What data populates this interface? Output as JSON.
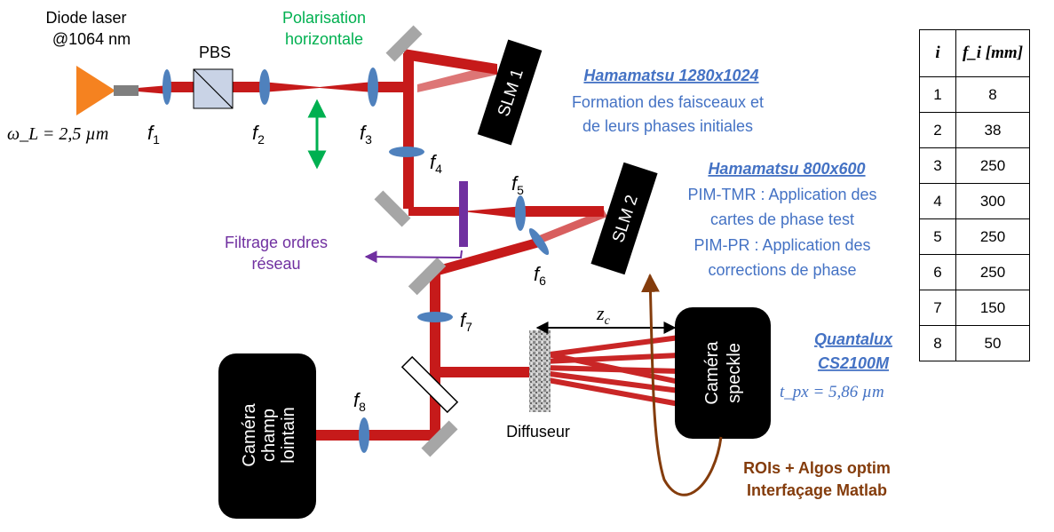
{
  "colors": {
    "beam": "#c00000",
    "lens": "#4f81bd",
    "mirror": "#a6a6a6",
    "laser": "#f58220",
    "annotation_blue": "#4472c4",
    "polarisation_green": "#00b050",
    "filter_purple": "#7030a0",
    "interface_brown": "#843c0c",
    "device_black": "#000000"
  },
  "laser": {
    "label_line1": "Diode laser",
    "label_line2": "@1064 nm",
    "waist": "ω_L = 2,5 µm"
  },
  "pbs_label": "PBS",
  "polarisation": {
    "line1": "Polarisation",
    "line2": "horizontale",
    "arrow_icon": "double-arrow-vertical"
  },
  "lenses": {
    "f1": "f",
    "f1_sub": "1",
    "f2": "f",
    "f2_sub": "2",
    "f3": "f",
    "f3_sub": "3",
    "f4": "f",
    "f4_sub": "4",
    "f5": "f",
    "f5_sub": "5",
    "f6": "f",
    "f6_sub": "6",
    "f7": "f",
    "f7_sub": "7",
    "f8": "f",
    "f8_sub": "8"
  },
  "slm1": {
    "label": "SLM 1",
    "model": "Hamamatsu 1280x1024",
    "desc_line1": "Formation des faisceaux et",
    "desc_line2": "de leurs phases initiales"
  },
  "slm2": {
    "label": "SLM 2",
    "model": "Hamamatsu 800x600",
    "line1": "PIM-TMR : Application des",
    "line2": "cartes de phase test",
    "line3": "PIM-PR : Application des",
    "line4": "corrections de phase"
  },
  "filter": {
    "line1": "Filtrage ordres",
    "line2": "réseau"
  },
  "distance_label": "z",
  "distance_sub": "c",
  "diffuser_label": "Diffuseur",
  "camera_speckle": {
    "line1": "Caméra",
    "line2": "speckle",
    "model_line1": "Quantalux",
    "model_line2": "CS2100M",
    "pixel": "t_px = 5,86 µm"
  },
  "camera_far": {
    "line1": "Caméra",
    "line2": "champ",
    "line3": "lointain"
  },
  "interface": {
    "line1": "ROIs + Algos optim",
    "line2": "Interfaçage Matlab"
  },
  "table": {
    "header_i": "i",
    "header_f": "f_i [mm]",
    "rows": [
      {
        "i": "1",
        "f": "8"
      },
      {
        "i": "2",
        "f": "38"
      },
      {
        "i": "3",
        "f": "250"
      },
      {
        "i": "4",
        "f": "300"
      },
      {
        "i": "5",
        "f": "250"
      },
      {
        "i": "6",
        "f": "250"
      },
      {
        "i": "7",
        "f": "150"
      },
      {
        "i": "8",
        "f": "50"
      }
    ]
  }
}
